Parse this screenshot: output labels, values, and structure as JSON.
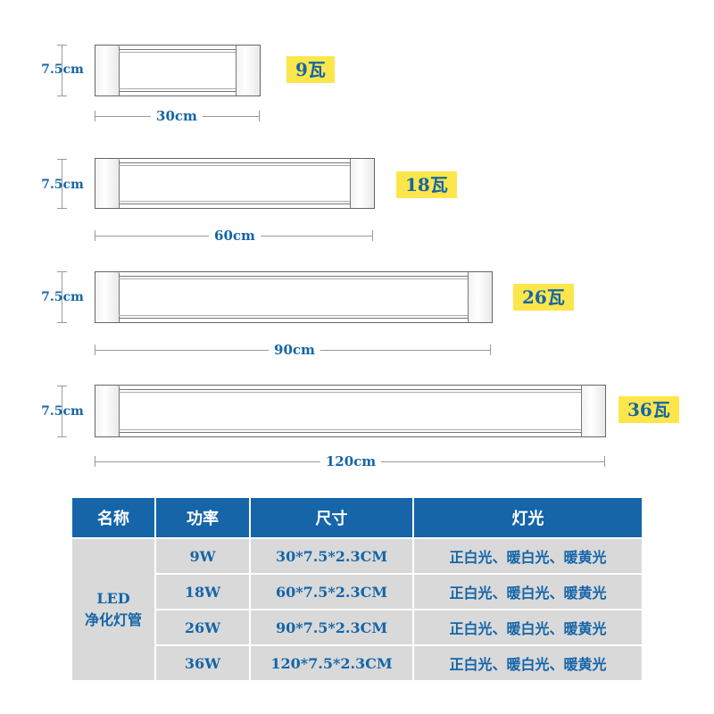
{
  "lamps": [
    {
      "height_label": "7.5cm",
      "width_label": "30cm",
      "watt_label": "9瓦"
    },
    {
      "height_label": "7.5cm",
      "width_label": "60cm",
      "watt_label": "18瓦"
    },
    {
      "height_label": "7.5cm",
      "width_label": "90cm",
      "watt_label": "26瓦"
    },
    {
      "height_label": "7.5cm",
      "width_label": "120cm",
      "watt_label": "36瓦"
    }
  ],
  "table": {
    "headers": [
      "名称",
      "功率",
      "尺寸",
      "灯光"
    ],
    "product_name_line1": "LED",
    "product_name_line2": "净化灯管",
    "rows": [
      {
        "power": "9W",
        "size": "30*7.5*2.3CM",
        "light": "正白光、暖白光、暖黄光"
      },
      {
        "power": "18W",
        "size": "60*7.5*2.3CM",
        "light": "正白光、暖白光、暖黄光"
      },
      {
        "power": "26W",
        "size": "90*7.5*2.3CM",
        "light": "正白光、暖白光、暖黄光"
      },
      {
        "power": "36W",
        "size": "120*7.5*2.3CM",
        "light": "正白光、暖白光、暖黄光"
      }
    ]
  },
  "colors": {
    "accent": "#1565a8",
    "badge": "#fde64b",
    "cell": "#d9d9d9"
  }
}
